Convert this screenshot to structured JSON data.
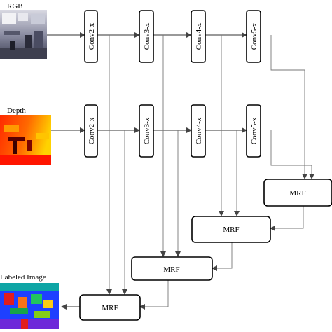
{
  "inputs": {
    "rgb_label": "RGB",
    "depth_label": "Depth",
    "output_label": "Labeled Image"
  },
  "conv_blocks": [
    "Conv2-x",
    "Conv3-x",
    "Conv4-x",
    "Conv5-x"
  ],
  "mrf_label": "MRF",
  "colors": {
    "wire": "#777777",
    "depth_warm": "#ff3300",
    "depth_hot": "#ffcc00",
    "label_blue": "#1e40ff",
    "label_green": "#22c55e",
    "label_red": "#e11d1d"
  }
}
